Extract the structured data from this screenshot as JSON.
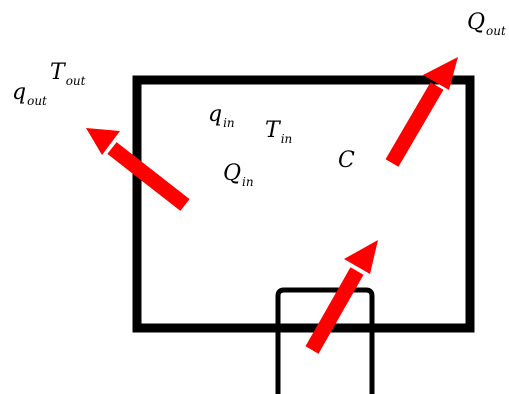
{
  "colors": {
    "stroke": "#000000",
    "arrow": "#ff0000",
    "background": "#ffffff"
  },
  "labels": {
    "q_out": {
      "symbol": "q",
      "subscript": "out"
    },
    "T_out": {
      "symbol": "T",
      "subscript": "out"
    },
    "Q_out": {
      "symbol": "Q",
      "subscript": "out"
    },
    "q_in": {
      "symbol": "q",
      "subscript": "in"
    },
    "T_in": {
      "symbol": "T",
      "subscript": "in"
    },
    "Q_in": {
      "symbol": "Q",
      "subscript": "in"
    },
    "C": {
      "symbol": "C"
    }
  }
}
